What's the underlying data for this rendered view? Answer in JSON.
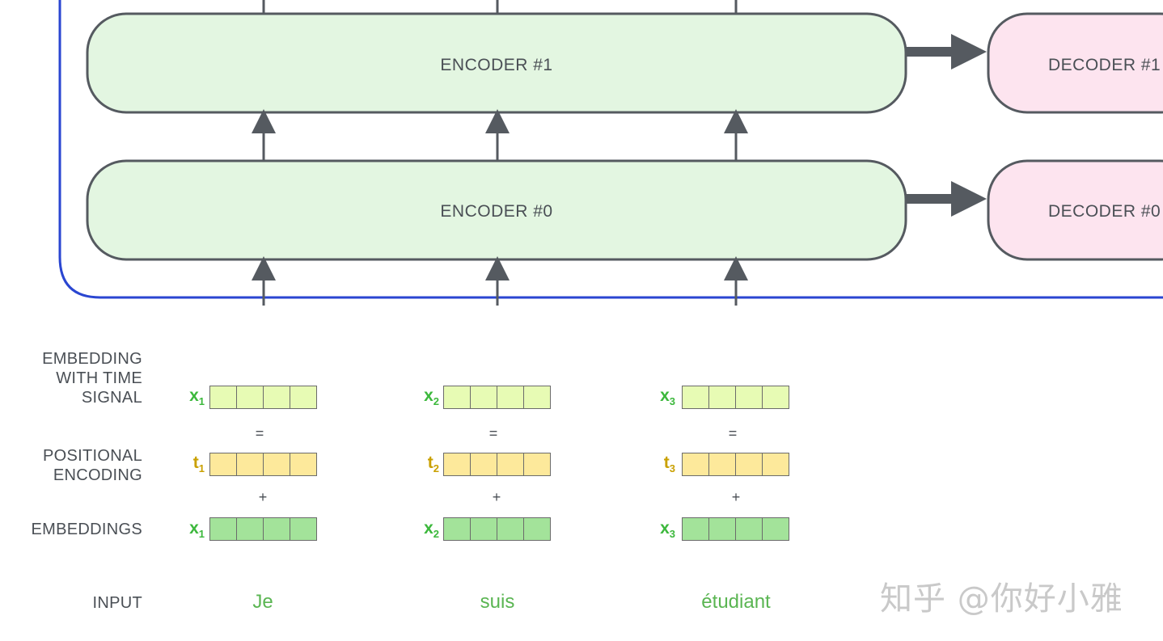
{
  "colors": {
    "encoder_fill": "#e3f6e1",
    "decoder_fill": "#fde4ef",
    "box_stroke": "#555a60",
    "frame_stroke": "#2a46d1",
    "x_green": "#3cb83c",
    "t_gold": "#c9a000",
    "vec_light_green": "#e7fbb4",
    "vec_yellow": "#fde99b",
    "vec_green": "#a3e39a"
  },
  "encoders": [
    "ENCODER #1",
    "ENCODER #0"
  ],
  "decoders": [
    "DECODER #1",
    "DECODER #0"
  ],
  "row_labels": {
    "embedding_time_signal": [
      "EMBEDDING",
      "WITH TIME",
      "SIGNAL"
    ],
    "positional_encoding": [
      "POSITIONAL",
      "ENCODING"
    ],
    "embeddings": "EMBEDDINGS",
    "input": "INPUT"
  },
  "columns": [
    {
      "x_label": "x",
      "t_label": "t",
      "index": "1",
      "word": "Je"
    },
    {
      "x_label": "x",
      "t_label": "t",
      "index": "2",
      "word": "suis"
    },
    {
      "x_label": "x",
      "t_label": "t",
      "index": "3",
      "word": "étudiant"
    }
  ],
  "operators": {
    "equals": "=",
    "plus": "+"
  },
  "watermark": "知乎 @你好小雅"
}
